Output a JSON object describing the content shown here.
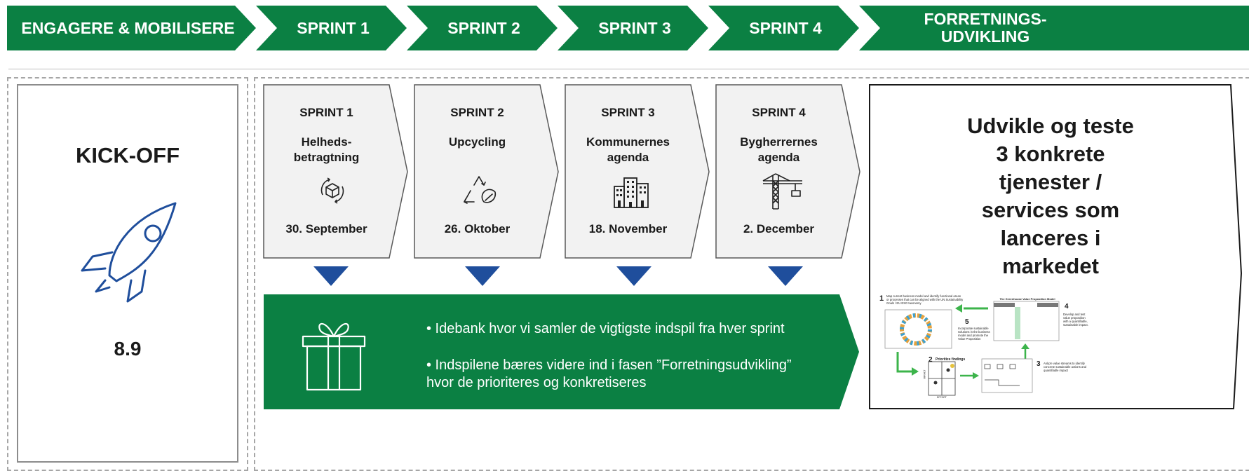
{
  "colors": {
    "green": "#0b8043",
    "blue": "#1f4e9c",
    "card_bg": "#f2f2f2",
    "border": "#a6a6a6"
  },
  "top_bar": [
    {
      "label": "ENGAGERE & MOBILISERE"
    },
    {
      "label": "SPRINT 1"
    },
    {
      "label": "SPRINT 2"
    },
    {
      "label": "SPRINT 3"
    },
    {
      "label": "SPRINT 4"
    },
    {
      "label": "FORRETNINGS-\nUDVIKLING"
    }
  ],
  "kickoff": {
    "title": "KICK-OFF",
    "icon": "rocket-icon",
    "date": "8.9"
  },
  "sprints": [
    {
      "title": "SPRINT 1",
      "topic": "Helheds-\nbetragtning",
      "icon": "recycle-box-icon",
      "date": "30. September"
    },
    {
      "title": "SPRINT 2",
      "topic": "Upcycling",
      "icon": "recycle-leaf-icon",
      "date": "26. Oktober"
    },
    {
      "title": "SPRINT 3",
      "topic": "Kommunernes\nagenda",
      "icon": "city-buildings-icon",
      "date": "18. November"
    },
    {
      "title": "SPRINT 4",
      "topic": "Bygherrernes\nagenda",
      "icon": "construction-crane-icon",
      "date": "2. December"
    }
  ],
  "banner": {
    "icon": "gift-icon",
    "bullets": [
      "• Idebank hvor vi samler de vigtigste indspil fra hver sprint",
      "• Indspilene bæres videre ind i fasen ”Forretningsudvikling”\n   hvor de prioriteres og konkretiseres"
    ]
  },
  "outcome": {
    "text": "Udvikle og teste\n3 konkrete\ntjenester /\nservices som\nlanceres i\nmarkedet",
    "mini_diagram": {
      "step1_num": "1",
      "step1_text": "Map current business model and identify functional areas or processes that can be aligned with the UN Sustainability Goals / EU ESG taxonomy",
      "step2_num": "2",
      "step2_text": "Prioritize findings",
      "step3_num": "3",
      "step3_text": "Anlyze value streams to identify concrete sustainable actions and quantifiable impact",
      "step4_num": "4",
      "step4_text": "Develop and test value proposition with a quantifiable, sustainable impact.",
      "step5_num": "5",
      "step5_text": "Incorporate sustainable solutions in the business model and promote the Value Proposition",
      "canvas_title": "The Greenhouse Value Proposition Model",
      "axis_impact": "IMPACT",
      "axis_effort": "EFFORT"
    }
  }
}
